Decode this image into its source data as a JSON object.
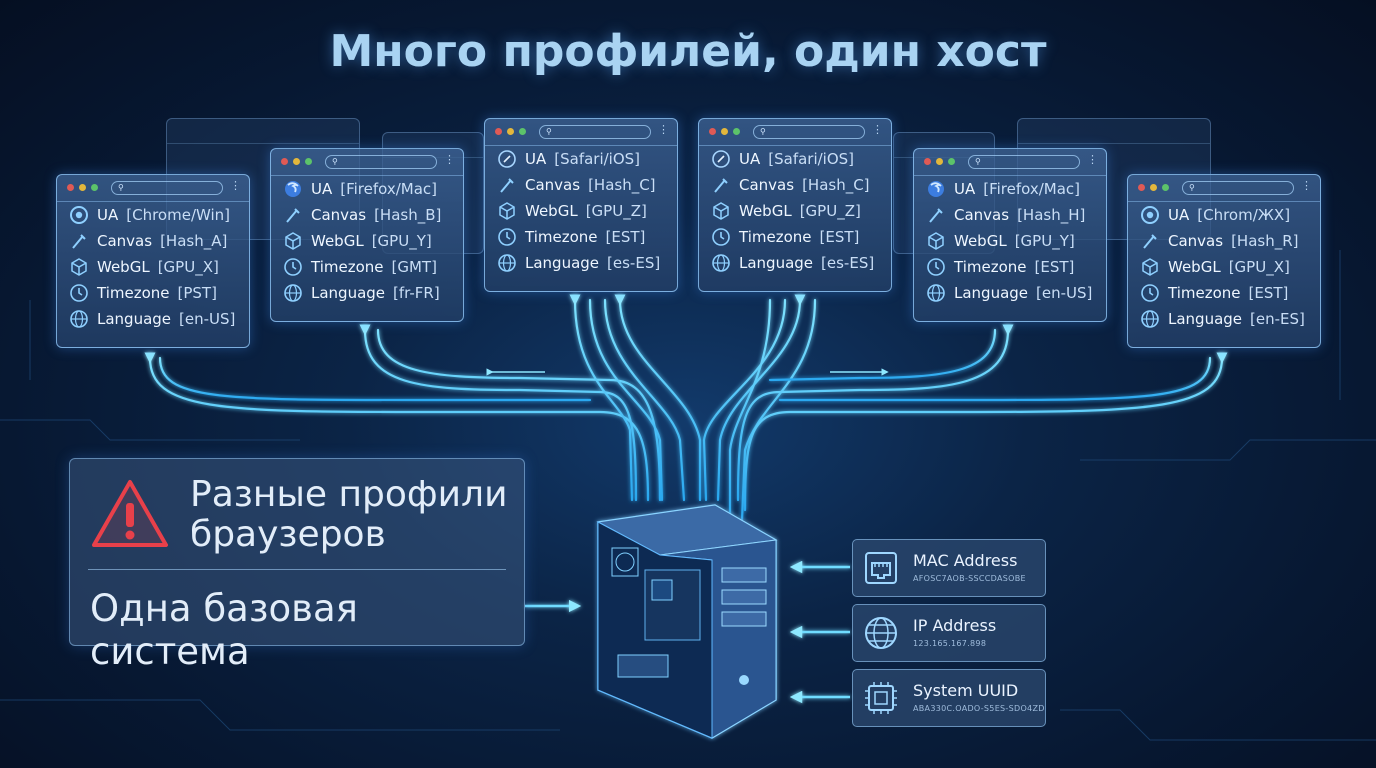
{
  "title": "Много профилей, один хост",
  "profiles": [
    {
      "ua": "[Chrome/Win]",
      "canvas": "[Hash_A]",
      "webgl": "[GPU_X]",
      "timezone": "[PST]",
      "language": "[en-US]"
    },
    {
      "ua": "[Firefox/Mac]",
      "canvas": "[Hash_B]",
      "webgl": "[GPU_Y]",
      "timezone": "[GMT]",
      "language": "[fr-FR]"
    },
    {
      "ua": "[Safari/iOS]",
      "canvas": "[Hash_C]",
      "webgl": "[GPU_Z]",
      "timezone": "[EST]",
      "language": "[es-ES]"
    },
    {
      "ua": "[Safari/iOS]",
      "canvas": "[Hash_C]",
      "webgl": "[GPU_Z]",
      "timezone": "[EST]",
      "language": "[es-ES]"
    },
    {
      "ua": "[Firefox/Mac]",
      "canvas": "[Hash_H]",
      "webgl": "[GPU_Y]",
      "timezone": "[EST]",
      "language": "[en-US]"
    },
    {
      "ua": "[Chrom/ЖX]",
      "canvas": "[Hash_R]",
      "webgl": "[GPU_X]",
      "timezone": "[EST]",
      "language": "[en-ES]"
    }
  ],
  "labels": {
    "ua": "UA",
    "canvas": "Canvas",
    "webgl": "WebGL",
    "timezone": "Timezone",
    "language": "Language"
  },
  "alert": {
    "line1": "Разные профили браузеров",
    "line2": "Одна базовая система"
  },
  "hardware": [
    {
      "title": "MAC Address",
      "value": "AFOSC7AOB-SSCCDASOBE",
      "icon": "ethernet-port-icon"
    },
    {
      "title": "IP Address",
      "value": "123.165.167.898",
      "icon": "globe-icon"
    },
    {
      "title": "System UUID",
      "value": "ABA330C.OADO-S5ES-SDO4ZD",
      "icon": "chip-icon"
    }
  ],
  "colors": {
    "glow": "#4fd2ff",
    "warning": "#e8404a",
    "card_border": "#96cdff"
  }
}
